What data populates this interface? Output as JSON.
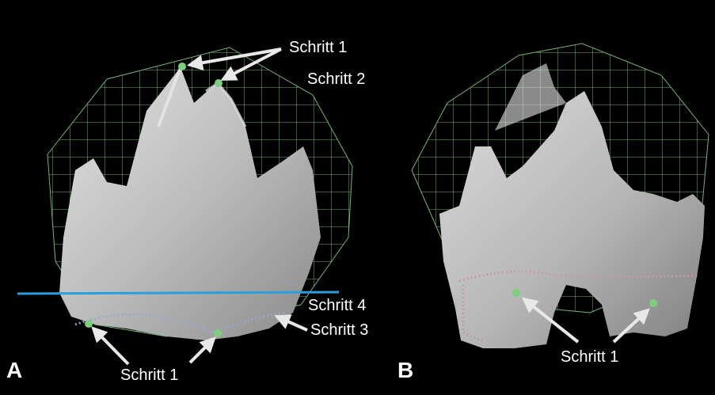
{
  "panels": {
    "a": {
      "letter": "A",
      "labels": {
        "step1_top": "Schritt 1",
        "step2": "Schritt 2",
        "step4": "Schritt 4",
        "step3": "Schritt 3",
        "step1_bottom": "Schritt 1"
      }
    },
    "b": {
      "letter": "B",
      "labels": {
        "step1": "Schritt 1"
      }
    }
  },
  "colors": {
    "background": "#000000",
    "tooth": "#c9c9c9",
    "mesh": "#8fd18f",
    "plane_line": "#2a9fe0",
    "landmark": "#7ccf7c",
    "label_text": "#ffffff",
    "arrow": "#e8e8e8"
  }
}
